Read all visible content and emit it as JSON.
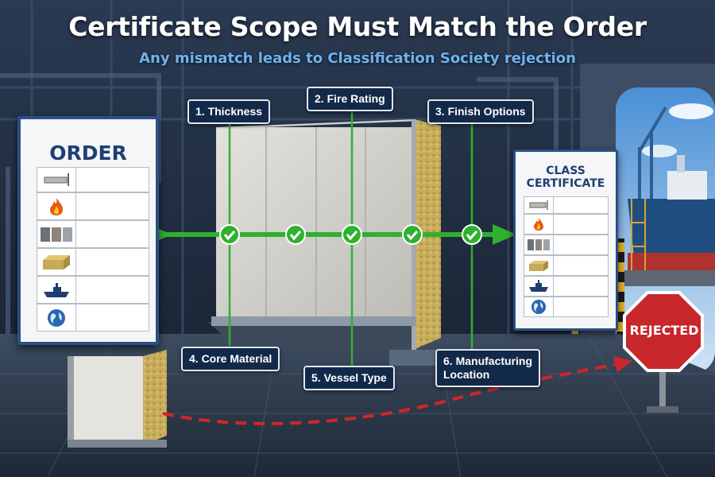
{
  "title": "Certificate Scope Must Match the Order",
  "subtitle": "Any mismatch leads to Classification Society rejection",
  "order_card": {
    "title": "ORDER"
  },
  "certificate_card": {
    "title_line1": "CLASS",
    "title_line2": "CERTIFICATE"
  },
  "labels": {
    "thickness": "1. Thickness",
    "fire_rating": "2. Fire Rating",
    "finish_options": "3. Finish Options",
    "core_material": "4. Core Material",
    "vessel_type": "5. Vessel Type",
    "manufacturing_location_line1": "6. Manufacturing",
    "manufacturing_location_line2": "Location"
  },
  "rejected_sign": "REJECTED",
  "icons": [
    "thickness-icon",
    "flame-icon",
    "finish-samples-icon",
    "core-block-icon",
    "vessel-icon",
    "globe-icon"
  ],
  "colors": {
    "match_line": "#2fb12f",
    "reject_line": "#d0262a",
    "sign": "#c7262b",
    "label_bg": "#13294a",
    "card_border": "#2d4e86"
  }
}
